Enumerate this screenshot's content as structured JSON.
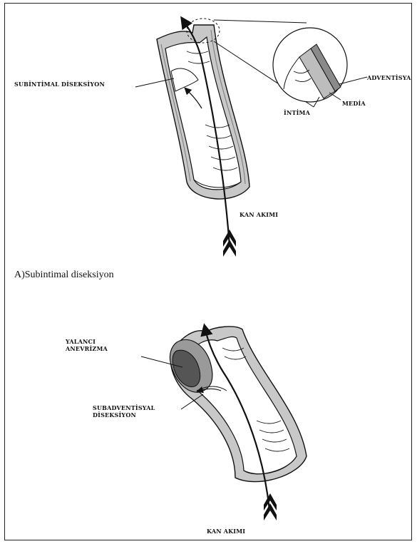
{
  "figure_a": {
    "label_subintimal": "SUBİNTİMAL DİSEKSİYON",
    "label_adventisya": "ADVENTİSYA",
    "label_media": "MEDİA",
    "label_intima": "İNTİMA",
    "label_flow": "KAN AKIMI",
    "caption": "A)Subintimal diseksiyon"
  },
  "figure_b": {
    "label_yalanci_1": "YALANCI",
    "label_yalanci_2": "ANEVRİZMA",
    "label_subadv_1": "SUBADVENTİSYAL",
    "label_subadv_2": "DİSEKSİYON",
    "label_flow": "KAN AKIMI"
  },
  "colors": {
    "wall_outer": "#bdbdbd",
    "wall_inner": "#ffffff",
    "outline": "#111111",
    "aneurysm": "#555555"
  }
}
